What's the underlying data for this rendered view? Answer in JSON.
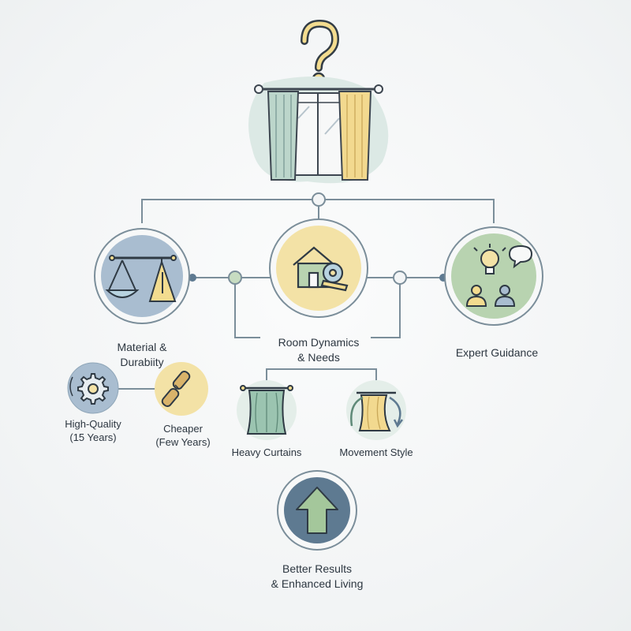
{
  "nodes": {
    "material": {
      "line1": "Material &",
      "line2": "Durabiity"
    },
    "room": {
      "line1": "Room Dynamics",
      "line2": "& Needs"
    },
    "expert": {
      "line1": "Expert Guidance"
    },
    "high_quality": {
      "line1": "High-Quality",
      "line2": "(15 Years)"
    },
    "cheaper": {
      "line1": "Cheaper",
      "line2": "(Few Years)"
    },
    "heavy_curtains": {
      "line1": "Heavy Curtains"
    },
    "movement_style": {
      "line1": "Movement Style"
    },
    "result": {
      "line1": "Better Results",
      "line2": "& Enhanced Living"
    }
  },
  "colors": {
    "line": "#7b8e9a",
    "blue_fill": "#a9bdd0",
    "yellow_fill": "#f3e2a6",
    "green_fill": "#b8d3b0",
    "dark_blue": "#5e7a91",
    "curtain_green": "#b9d4c8",
    "curtain_yellow": "#f2d98f",
    "arrow_green": "#a4c79b"
  },
  "icons": [
    "question-mark-icon",
    "window-curtains-icon",
    "balance-scale-icon",
    "house-tape-measure-icon",
    "lightbulb-people-icon",
    "gear-icon",
    "broken-chain-icon",
    "heavy-curtain-icon",
    "curtain-movement-icon",
    "up-arrow-icon"
  ]
}
